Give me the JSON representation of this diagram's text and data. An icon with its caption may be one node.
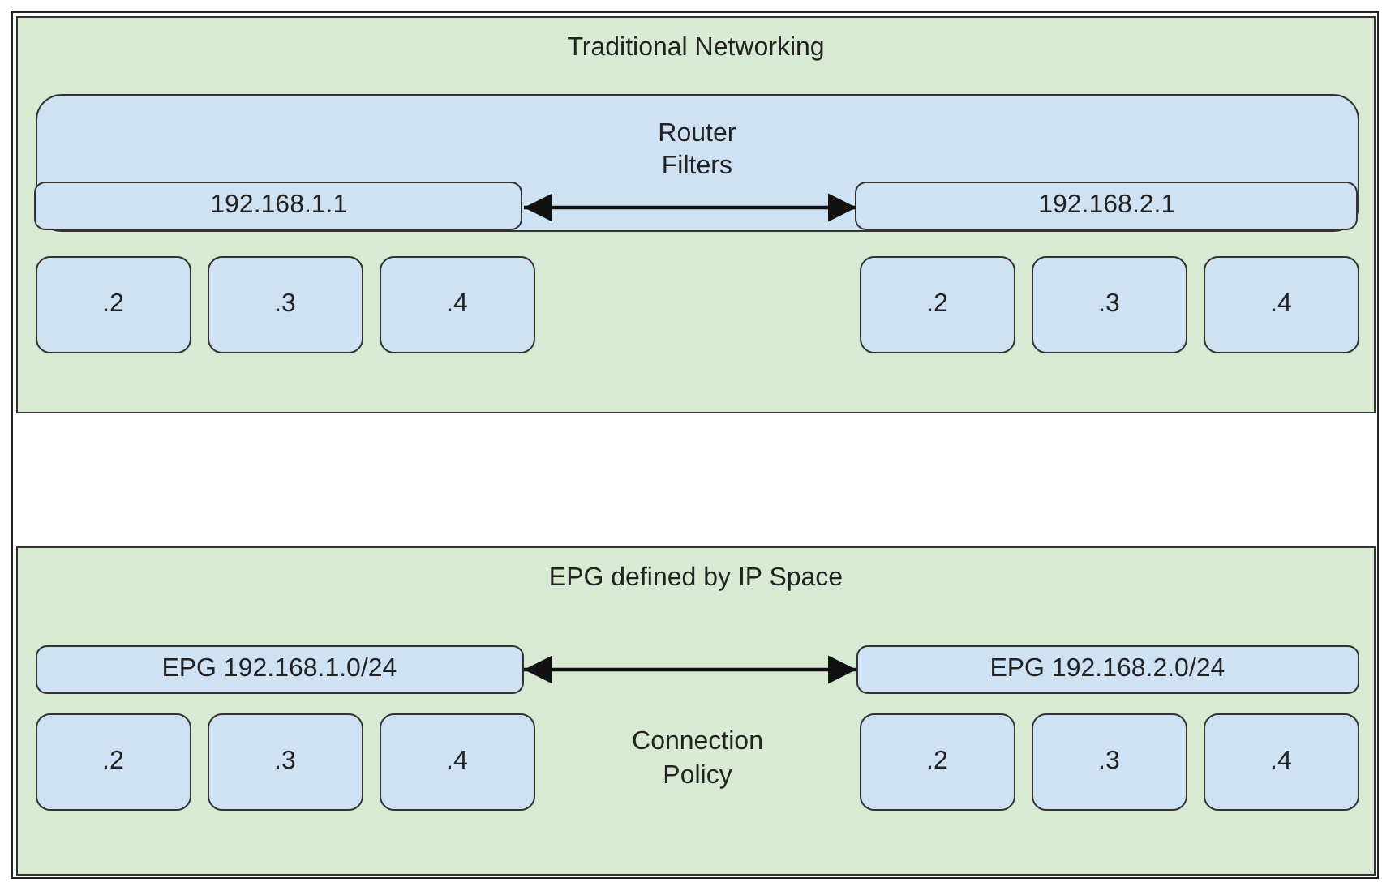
{
  "diagram": {
    "nodes": [
      {
        "text": [
          "Traditional Networking"
        ]
      },
      {
        "text": [
          "Router Filters"
        ],
        "in": 0
      },
      {
        "text": [
          "192.168.1.1"
        ],
        "in": 1
      },
      {
        "text": [
          "192.168.2.1"
        ],
        "in": 1
      },
      {
        "text": [
          ".2"
        ],
        "in": 0
      },
      {
        "text": [
          ".3"
        ],
        "in": 0
      },
      {
        "text": [
          ".4"
        ],
        "in": 0
      },
      {
        "text": [
          ".2"
        ],
        "in": 0
      },
      {
        "text": [
          ".3"
        ],
        "in": 0
      },
      {
        "text": [
          ".4"
        ],
        "in": 0
      },
      {
        "text": [
          "EPG defined by IP Space"
        ]
      },
      {
        "text": [
          "EPG 192.168.1.0/24"
        ],
        "in": 10
      },
      {
        "text": [
          "EPG 192.168.2.0/24"
        ],
        "in": 10
      },
      {
        "text": [
          ".2"
        ],
        "in": 10
      },
      {
        "text": [
          ".3"
        ],
        "in": 10
      },
      {
        "text": [
          ".4"
        ],
        "in": 10
      },
      {
        "text": [
          ".2"
        ],
        "in": 10
      },
      {
        "text": [
          ".3"
        ],
        "in": 10
      },
      {
        "text": [
          ".4"
        ],
        "in": 10
      }
    ],
    "edges": [
      {
        "from": 2,
        "to": 3,
        "arrow": "both"
      },
      {
        "from": 11,
        "to": 12,
        "arrow": "both"
      }
    ],
    "labels": [
      "Connection Policy"
    ]
  }
}
